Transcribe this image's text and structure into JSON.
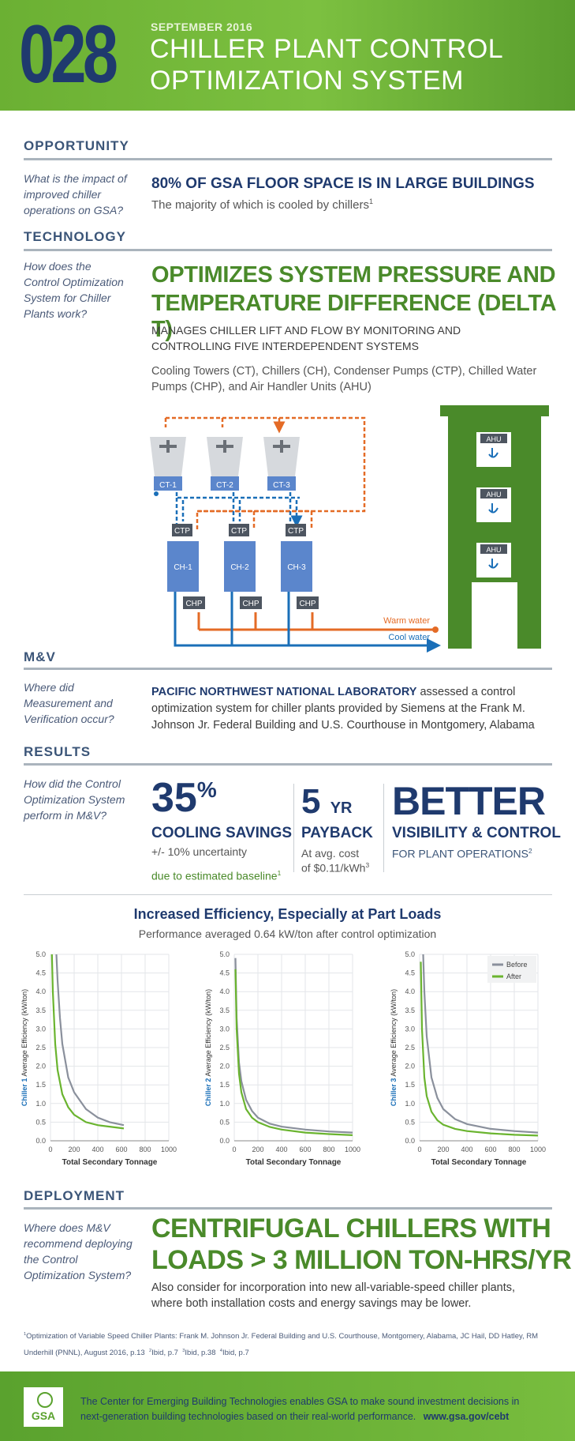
{
  "header": {
    "number": "028",
    "date": "SEPTEMBER 2016",
    "title_line1": "CHILLER PLANT CONTROL",
    "title_line2": "OPTIMIZATION SYSTEM"
  },
  "opportunity": {
    "section": "OPPORTUNITY",
    "question": "What is the impact of improved chiller operations on GSA?",
    "headline": "80% OF GSA FLOOR SPACE IS IN LARGE BUILDINGS",
    "sub": "The majority of which is cooled by chillers",
    "sup": "1"
  },
  "technology": {
    "section": "TECHNOLOGY",
    "question": "How does the Control Optimization System for Chiller Plants work?",
    "headline1": "OPTIMIZES SYSTEM PRESSURE AND",
    "headline2": "TEMPERATURE DIFFERENCE (DELTA T)",
    "sub1": "MANAGES CHILLER LIFT AND FLOW BY MONITORING AND",
    "sub2": "CONTROLLING FIVE INTERDEPENDENT SYSTEMS",
    "body": "Cooling Towers (CT), Chillers (CH), Condenser Pumps (CTP), Chilled Water Pumps (CHP), and Air Handler Units (AHU)",
    "diagram": {
      "towers": [
        "CT-1",
        "CT-2",
        "CT-3"
      ],
      "ctp": "CTP",
      "chillers": [
        "CH-1",
        "CH-2",
        "CH-3"
      ],
      "chp": "CHP",
      "ahu": "AHU",
      "warm": "Warm water",
      "cool": "Cool water",
      "colors": {
        "warm": "#e46b26",
        "cool": "#1a6fb8",
        "chiller": "#5b86cc",
        "building": "#4a8a2a"
      }
    }
  },
  "mv": {
    "section": "M&V",
    "question": "Where did Measurement and Verification occur?",
    "bold": "PACIFIC NORTHWEST NATIONAL LABORATORY",
    "text1": " assessed a control",
    "text2": "optimization system for chiller plants provided by Siemens at the Frank M.",
    "text3": "Johnson Jr. Federal Building and U.S. Courthouse in Montgomery, Alabama"
  },
  "results": {
    "section": "RESULTS",
    "question": "How did the Control Optimization System perform in M&V?",
    "savings_num": "35",
    "savings_pct": "%",
    "savings_label": "COOLING SAVINGS",
    "savings_unc": "+/- 10% uncertainty",
    "savings_note": "due to estimated baseline",
    "savings_note_sup": "1",
    "payback_num": "5",
    "payback_unit": "YR",
    "payback_label": "PAYBACK",
    "payback_line1": "At avg. cost",
    "payback_line2": "of $0.11/kWh",
    "payback_sup": "3",
    "better": "BETTER",
    "better_label": "VISIBILITY & CONTROL",
    "better_sub": "FOR PLANT OPERATIONS",
    "better_sup": "2"
  },
  "charts_header": {
    "title": "Increased Efficiency, Especially at Part Loads",
    "subtitle": "Performance averaged 0.64 kW/ton after control optimization"
  },
  "chart_data": [
    {
      "type": "line",
      "ylabel_bold": "Chiller 1",
      "ylabel": " Average Efficiency (kW/ton)",
      "xlabel": "Total Secondary Tonnage",
      "xlim": [
        0,
        1000
      ],
      "ylim": [
        0,
        5
      ],
      "xticks": [
        "0",
        "200",
        "400",
        "600",
        "800",
        "1000"
      ],
      "yticks": [
        "0.0",
        "0.5",
        "1.0",
        "1.5",
        "2.0",
        "2.5",
        "3.0",
        "3.5",
        "4.0",
        "4.5",
        "5.0"
      ],
      "series": [
        {
          "name": "Before",
          "color": "#8a909c",
          "x": [
            50,
            60,
            80,
            100,
            150,
            200,
            300,
            400,
            500,
            620
          ],
          "y": [
            5.0,
            4.3,
            3.3,
            2.6,
            1.7,
            1.3,
            0.85,
            0.62,
            0.5,
            0.42
          ]
        },
        {
          "name": "After",
          "color": "#6ab42f",
          "x": [
            12,
            20,
            40,
            60,
            100,
            150,
            200,
            300,
            400,
            500,
            620
          ],
          "y": [
            5.0,
            4.0,
            2.6,
            1.9,
            1.25,
            0.9,
            0.7,
            0.5,
            0.42,
            0.38,
            0.33
          ]
        }
      ]
    },
    {
      "type": "line",
      "ylabel_bold": "Chiller 2",
      "ylabel": " Average Efficiency (kW/ton)",
      "xlabel": "Total Secondary Tonnage",
      "xlim": [
        0,
        1000
      ],
      "ylim": [
        0,
        5
      ],
      "xticks": [
        "0",
        "200",
        "400",
        "600",
        "800",
        "1000"
      ],
      "yticks": [
        "0.0",
        "0.5",
        "1.0",
        "1.5",
        "2.0",
        "2.5",
        "3.0",
        "3.5",
        "4.0",
        "4.5",
        "5.0"
      ],
      "series": [
        {
          "name": "Before",
          "color": "#8a909c",
          "x": [
            10,
            20,
            40,
            60,
            100,
            150,
            200,
            300,
            400,
            600,
            800,
            1000
          ],
          "y": [
            4.9,
            3.3,
            2.1,
            1.6,
            1.1,
            0.8,
            0.62,
            0.46,
            0.38,
            0.3,
            0.25,
            0.22
          ]
        },
        {
          "name": "After",
          "color": "#6ab42f",
          "x": [
            10,
            20,
            40,
            60,
            100,
            150,
            200,
            300,
            400,
            600,
            800,
            1000
          ],
          "y": [
            4.6,
            3.0,
            1.8,
            1.3,
            0.85,
            0.62,
            0.5,
            0.37,
            0.3,
            0.22,
            0.18,
            0.15
          ]
        }
      ]
    },
    {
      "type": "line",
      "ylabel_bold": "Chiller 3",
      "ylabel": " Average Efficiency (kW/ton)",
      "xlabel": "Total Secondary Tonnage",
      "xlim": [
        0,
        1000
      ],
      "ylim": [
        0,
        5
      ],
      "xticks": [
        "0",
        "200",
        "400",
        "600",
        "800",
        "1000"
      ],
      "yticks": [
        "0.0",
        "0.5",
        "1.0",
        "1.5",
        "2.0",
        "2.5",
        "3.0",
        "3.5",
        "4.0",
        "4.5",
        "5.0"
      ],
      "legend": "top-right",
      "series": [
        {
          "name": "Before",
          "color": "#8a909c",
          "x": [
            30,
            40,
            60,
            100,
            150,
            200,
            300,
            400,
            600,
            800,
            1000
          ],
          "y": [
            5.0,
            4.0,
            2.8,
            1.7,
            1.15,
            0.85,
            0.58,
            0.45,
            0.32,
            0.26,
            0.22
          ]
        },
        {
          "name": "After",
          "color": "#6ab42f",
          "x": [
            10,
            20,
            40,
            60,
            100,
            150,
            200,
            300,
            400,
            600,
            800,
            1000
          ],
          "y": [
            4.8,
            3.0,
            1.7,
            1.2,
            0.78,
            0.55,
            0.43,
            0.32,
            0.26,
            0.2,
            0.16,
            0.14
          ]
        }
      ]
    }
  ],
  "deployment": {
    "section": "DEPLOYMENT",
    "question": "Where does M&V recommend deploying the Control Optimization System?",
    "headline1": "CENTRIFUGAL CHILLERS WITH",
    "headline2": "LOADS > 3 MILLION TON-HRS/YR",
    "body1": "Also consider for incorporation into new all-variable-speed chiller plants,",
    "body2": "where both installation costs and energy savings may be lower."
  },
  "footnote": {
    "line1": "Optimization of Variable Speed Chiller Plants: Frank M. Johnson Jr. Federal Building and U.S. Courthouse, Montgomery, Alabama, JC Hail, DD Hatley, RM",
    "line2": "Underhill (PNNL), August 2016, p.13",
    "refs": "Ibid, p.7  Ibid, p.38  Ibid, p.7",
    "ref2": "Ibid, p.7",
    "ref3": "Ibid, p.38",
    "ref4": "Ibid, p.7"
  },
  "footer": {
    "logo": "GSA",
    "text1": "The Center for Emerging Building Technologies enables GSA to make sound investment decisions in",
    "text2": "next-generation building technologies based on their real-world performance.",
    "url": "www.gsa.gov/cebt",
    "color": "#5aa22e"
  }
}
